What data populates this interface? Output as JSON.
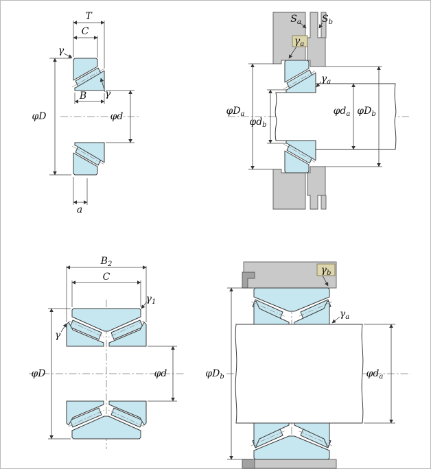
{
  "colors": {
    "bearing_fill": "#c6e6f0",
    "housing_fill": "#c9c9c9",
    "housing_dark": "#a2a2a2",
    "shaft_fill": "#ffffff",
    "callout_fill": "#ddd5ac",
    "line": "#3a3a3a"
  },
  "figures": {
    "single_row": {
      "labels": {
        "T": {
          "main": "T",
          "sub": ""
        },
        "C": {
          "main": "C",
          "sub": ""
        },
        "gamma_outer": {
          "main": "γ",
          "sub": ""
        },
        "gamma_inner": {
          "main": "γ",
          "sub": ""
        },
        "B": {
          "main": "B",
          "sub": ""
        },
        "phi_D": {
          "main": "φD",
          "sub": ""
        },
        "phi_d": {
          "main": "φd",
          "sub": ""
        },
        "a": {
          "main": "a",
          "sub": ""
        }
      }
    },
    "single_row_mounted": {
      "labels": {
        "S_a": {
          "main": "S",
          "sub": "a"
        },
        "S_b": {
          "main": "S",
          "sub": "b"
        },
        "gamma_a_box": {
          "main": "γ",
          "sub": "a"
        },
        "gamma_a": {
          "main": "γ",
          "sub": "a"
        },
        "phi_D_a": {
          "main": "φD",
          "sub": "a"
        },
        "phi_d_b": {
          "main": "φd",
          "sub": "b"
        },
        "phi_d_a": {
          "main": "φd",
          "sub": "a"
        },
        "phi_D_b": {
          "main": "φD",
          "sub": "b"
        }
      }
    },
    "double_row": {
      "labels": {
        "B_2": {
          "main": "B",
          "sub": "2"
        },
        "C": {
          "main": "C",
          "sub": ""
        },
        "gamma_1": {
          "main": "γ",
          "sub": "1"
        },
        "gamma": {
          "main": "γ",
          "sub": ""
        },
        "phi_D": {
          "main": "φD",
          "sub": ""
        },
        "phi_d": {
          "main": "φd",
          "sub": ""
        }
      }
    },
    "double_row_mounted": {
      "labels": {
        "gamma_b_box": {
          "main": "γ",
          "sub": "b"
        },
        "gamma_a": {
          "main": "γ",
          "sub": "a"
        },
        "phi_D_b": {
          "main": "φD",
          "sub": "b"
        },
        "phi_d_a": {
          "main": "φd",
          "sub": "a"
        }
      }
    }
  }
}
